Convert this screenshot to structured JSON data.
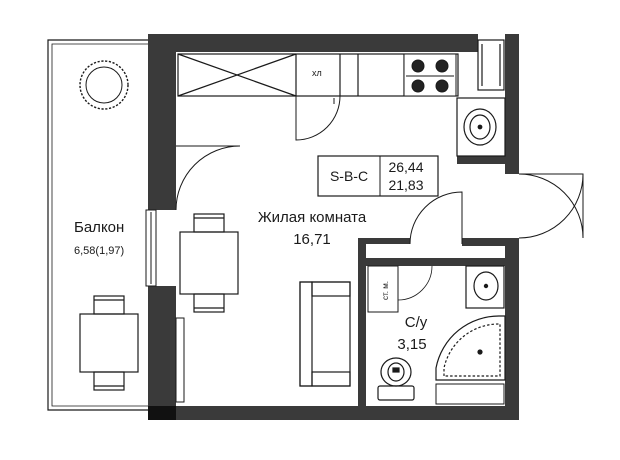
{
  "colors": {
    "wall": "#3a3a3a",
    "line": "#1a1a1a",
    "furniture": "#262626",
    "background": "#ffffff"
  },
  "plan_code": "S-B-C",
  "area_total": "26,44",
  "area_living": "21,83",
  "rooms": {
    "balcony": {
      "name": "Балкон",
      "area": "6,58(1,97)"
    },
    "living": {
      "name": "Жилая комната",
      "area": "16,71"
    },
    "bathroom": {
      "name": "С/у",
      "area": "3,15"
    }
  },
  "fixtures": {
    "fridge_label": "хл",
    "riser_label": "ст. м."
  },
  "icons": [
    "plant-icon",
    "kitchen-counter-icon",
    "fridge-icon",
    "stove-icon",
    "washbasin-icon",
    "bed-icon",
    "shower-icon",
    "toilet-icon",
    "window-icon"
  ]
}
